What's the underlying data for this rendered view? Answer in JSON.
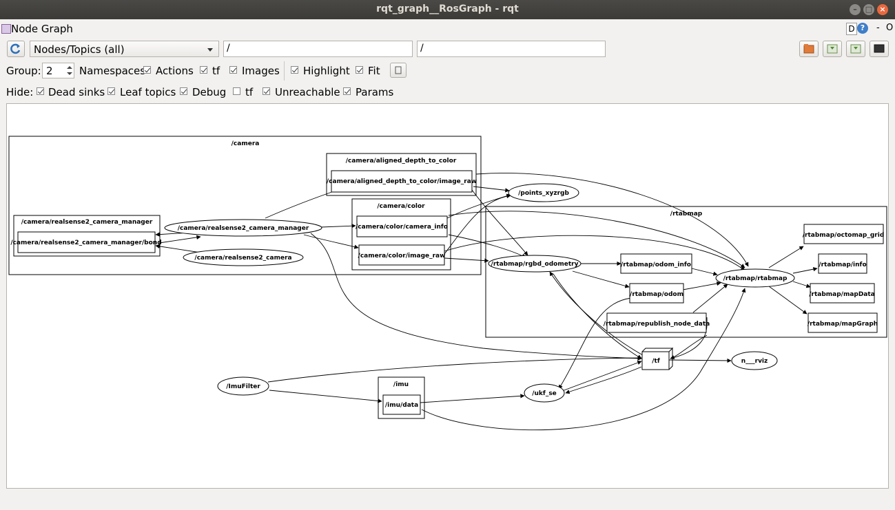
{
  "window": {
    "title": "rqt_graph__RosGraph - rqt"
  },
  "plugin": {
    "title": "Node Graph",
    "help_d": "D",
    "help_q": "?",
    "dash": "-",
    "o": "O"
  },
  "toolbar": {
    "mode": "Nodes/Topics (all)",
    "filter1": "/",
    "filter2": "/"
  },
  "group": {
    "label": "Group:",
    "value": "2",
    "options": [
      {
        "label": "Namespaces",
        "checked": true
      },
      {
        "label": "Actions",
        "checked": true
      },
      {
        "label": "tf",
        "checked": true
      },
      {
        "label": "Images",
        "checked": true
      },
      {
        "label": "Highlight",
        "checked": true
      },
      {
        "label": "Fit",
        "checked": true
      }
    ]
  },
  "hide": {
    "label": "Hide:",
    "options": [
      {
        "label": "Dead sinks",
        "checked": true
      },
      {
        "label": "Leaf topics",
        "checked": true
      },
      {
        "label": "Debug",
        "checked": true
      },
      {
        "label": "tf",
        "checked": false
      },
      {
        "label": "Unreachable",
        "checked": true
      },
      {
        "label": "Params",
        "checked": true
      }
    ]
  },
  "graph": {
    "clusters": {
      "camera": "/camera",
      "aligned": "/camera/aligned_depth_to_color",
      "color": "/camera/color",
      "manager": "/camera/realsense2_camera_manager",
      "rtabmap": "/rtabmap",
      "imu": "/imu"
    },
    "nodes": {
      "bond": "/camera/realsense2_camera_manager/bond",
      "mgr": "/camera/realsense2_camera_manager",
      "rs2": "/camera/realsense2_camera",
      "adc_img": "/camera/aligned_depth_to_color/image_raw",
      "cam_info": "/camera/color/camera_info",
      "img_raw": "/camera/color/image_raw",
      "points": "/points_xyzrgb",
      "rgbd": "/rtabmap/rgbd_odometry",
      "odom_info": "/rtabmap/odom_info",
      "odom": "/rtabmap/odom",
      "republish": "/rtabmap/republish_node_data",
      "rtab": "/rtabmap/rtabmap",
      "octomap": "/rtabmap/octomap_grid",
      "info": "/rtabmap/info",
      "mapdata": "/rtabmap/mapData",
      "mapgraph": "/rtabmap/mapGraph",
      "tf": "/tf",
      "rviz": "n___rviz",
      "imufilter": "/ImuFilter",
      "imudata": "/imu/data",
      "ukf": "/ukf_se"
    }
  }
}
